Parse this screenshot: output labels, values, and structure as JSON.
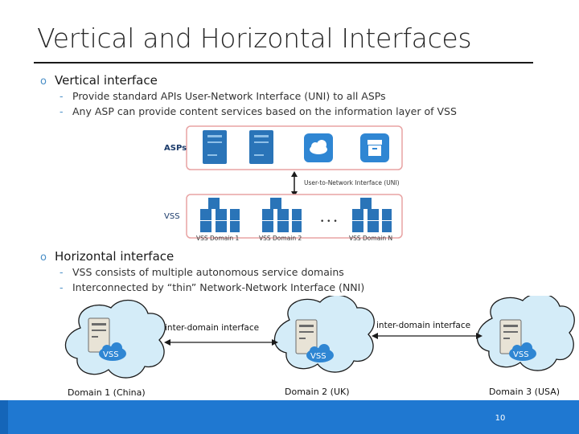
{
  "title": "Vertical and Horizontal Interfaces",
  "vertical": {
    "heading": "Vertical interface",
    "points": [
      "Provide standard APIs User-Network Interface (UNI) to all ASPs",
      "Any ASP can provide content services based on the information layer of VSS"
    ],
    "diagram": {
      "asps_label": "ASPs",
      "vss_label": "VSS",
      "uni_label": "User-to-Network Interface (UNI)",
      "ellipsis": "• • •",
      "domains": [
        "VSS Domain 1",
        "VSS Domain 2",
        "VSS Domain N"
      ]
    }
  },
  "horizontal": {
    "heading": "Horizontal interface",
    "points": [
      "VSS consists of multiple autonomous service domains",
      "Interconnected by “thin” Network-Network Interface (NNI)"
    ],
    "link_label_1": "inter-domain interface",
    "link_label_2": "inter-domain interface",
    "cloud_text": "VSS",
    "domains": [
      "Domain 1 (China)",
      "Domain 2 (UK)",
      "Domain 3 (USA)"
    ]
  },
  "page_number": "10",
  "colors": {
    "accent": "#1f78d1",
    "bullet": "#4a8fc7",
    "cloud": "#d4ecf8",
    "red_box": "#e8a3a3"
  }
}
